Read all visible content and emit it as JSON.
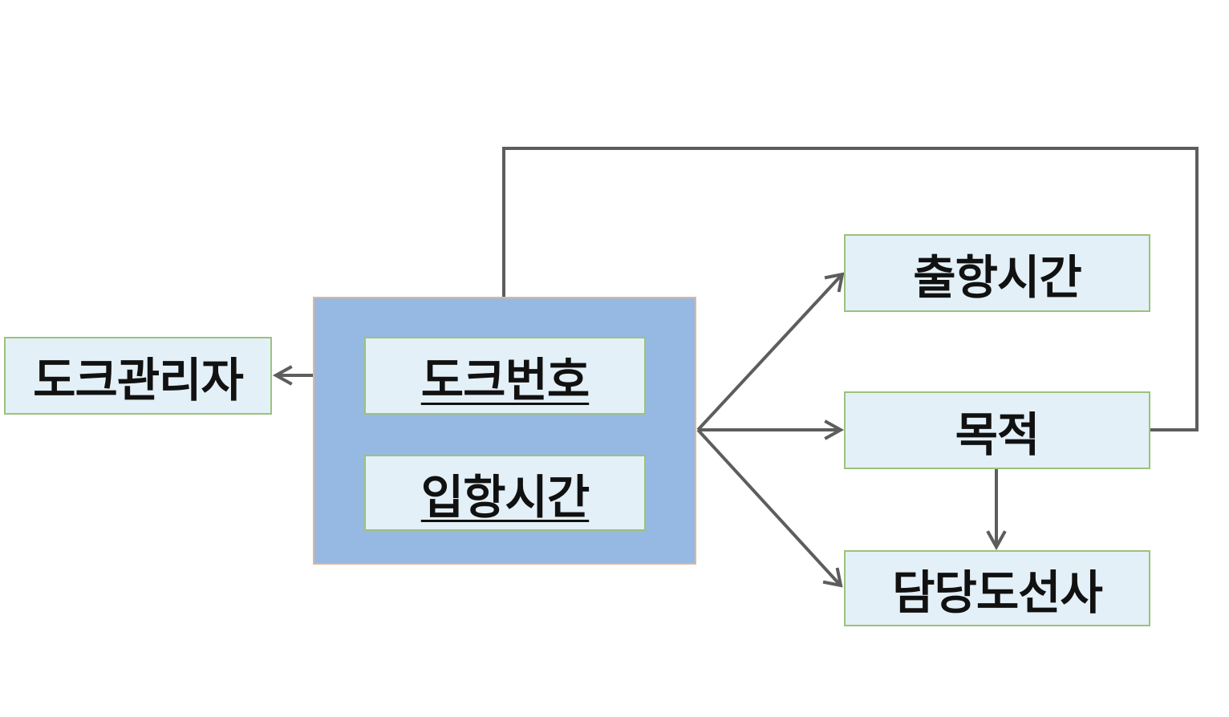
{
  "diagram": {
    "composite_key": {
      "attributes": [
        {
          "label": "도크번호",
          "is_key": true
        },
        {
          "label": "입항시간",
          "is_key": true
        }
      ]
    },
    "nodes": {
      "dock_manager": "도크관리자",
      "departure_time": "출항시간",
      "destination": "목적",
      "pilot": "담당도선사"
    },
    "edges": [
      {
        "from": "도크번호",
        "to": "도크관리자"
      },
      {
        "from": "도크번호 + 입항시간",
        "to": "출항시간"
      },
      {
        "from": "도크번호 + 입항시간",
        "to": "목적"
      },
      {
        "from": "도크번호 + 입항시간",
        "to": "담당도선사"
      },
      {
        "from": "목적",
        "to": "담당도선사"
      },
      {
        "from": "목적",
        "to": "도크번호"
      }
    ]
  }
}
